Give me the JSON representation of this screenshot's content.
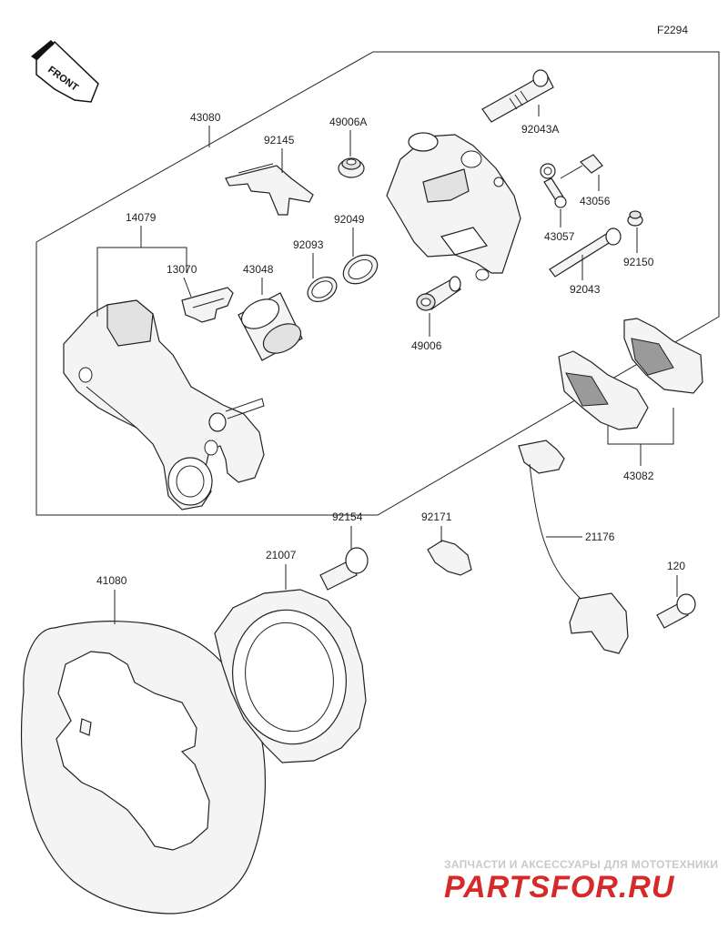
{
  "figure_id": "F2294",
  "front_indicator": "FRONT",
  "part_labels": {
    "p43080": "43080",
    "p92145": "92145",
    "p49006A": "49006A",
    "p92043A": "92043A",
    "p14079": "14079",
    "p13070": "13070",
    "p43048": "43048",
    "p92093": "92093",
    "p92049": "92049",
    "p43056": "43056",
    "p43057": "43057",
    "p92150": "92150",
    "p92043": "92043",
    "p49006": "49006",
    "p43082": "43082",
    "p92154": "92154",
    "p92171": "92171",
    "p21007": "21007",
    "p21176": "21176",
    "p41080": "41080",
    "p120": "120"
  },
  "watermark": {
    "subtitle": "ЗАПЧАСТИ И АКСЕССУАРЫ ДЛЯ МОТОТЕХНИКИ",
    "brand_left": "PARTS",
    "brand_right": "FOR.RU",
    "color_red": "#d62a2a",
    "color_grey": "#c9c9c9"
  }
}
